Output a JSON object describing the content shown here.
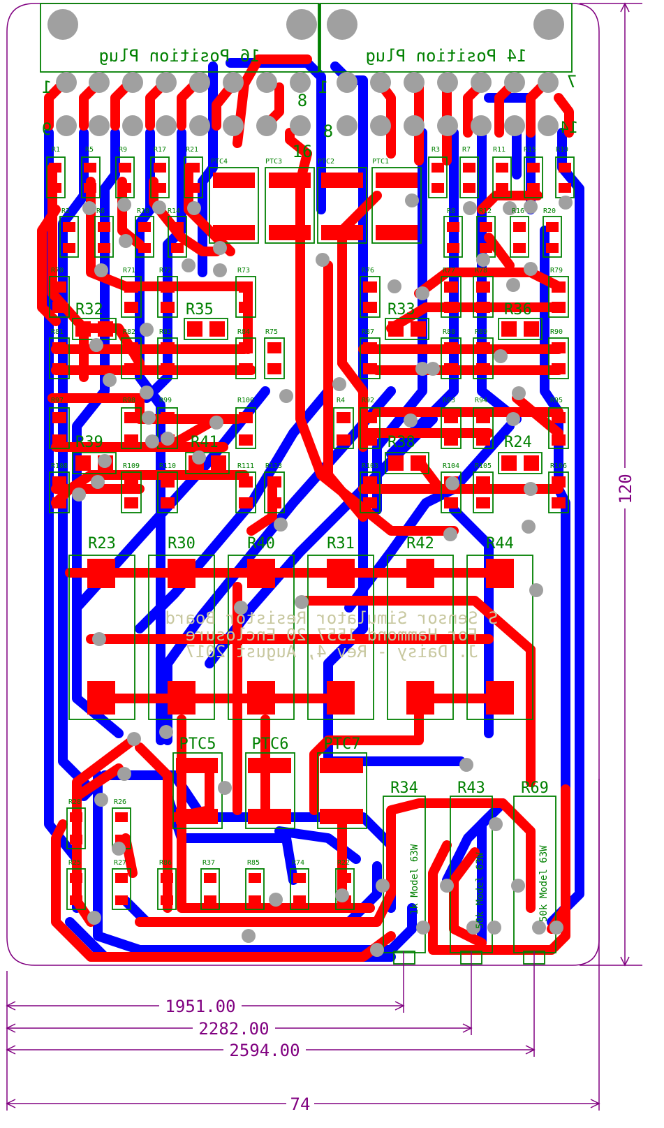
{
  "colors": {
    "board_outline": "#800080",
    "top_copper": "#ff0000",
    "bottom_copper": "#0000ff",
    "silkscreen": "#008000",
    "pad": "#a0a0a0",
    "background": "#ffffff"
  },
  "connectors": {
    "left_label": "16 Position Plug",
    "right_label": "14 Position Plug",
    "left_pin_1": "1",
    "left_pin_8": "8",
    "left_pin_9": "9",
    "left_pin_16": "16",
    "right_pin_1": "1",
    "right_pin_7": "7",
    "right_pin_8": "8",
    "right_pin_14": "14"
  },
  "big_resistors": [
    "R23",
    "R30",
    "R40",
    "R31",
    "R42",
    "R44"
  ],
  "ptc_parts": [
    "PTC5",
    "PTC6",
    "PTC7"
  ],
  "pots": [
    {
      "ref": "R34",
      "text": "1k Model 63W"
    },
    {
      "ref": "R43",
      "text": "50k Model 63W"
    },
    {
      "ref": "R69",
      "text": "50k Model 63W"
    }
  ],
  "mid_resistors_top": [
    "R32",
    "R35",
    "R33",
    "R36"
  ],
  "mid_resistors_bottom": [
    "R39",
    "R41",
    "R38",
    "R24"
  ],
  "board_title": [
    "S Sensor Simulator Resistor Board",
    "For Hammond 1557 20 Enclosure",
    "J. Daisy - Rev 4, August 2017"
  ],
  "dimensions": {
    "dim1": "1951.00",
    "dim2": "2282.00",
    "dim3": "2594.00",
    "width": "74",
    "height": "120"
  },
  "small_labels": {
    "row1_left": [
      "R1",
      "R5",
      "R9",
      "R17",
      "R21",
      "PTC4",
      "PTC3"
    ],
    "row1_right": [
      "PTC2",
      "PTC1",
      "R3",
      "R7",
      "R11",
      "R15",
      "R19"
    ],
    "row2_left": [
      "R2",
      "R6",
      "R10",
      "R14"
    ],
    "row2_right": [
      "R8",
      "R12",
      "R16",
      "R20"
    ],
    "row3": [
      "R70",
      "R71",
      "R72",
      "R73",
      "R76",
      "R77",
      "R78",
      "R79"
    ],
    "row4": [
      "R81",
      "R82",
      "R83",
      "R84",
      "R75",
      "R87",
      "R88",
      "R89",
      "R90"
    ],
    "row5": [
      "R97",
      "R98",
      "R99",
      "R100",
      "R4",
      "R92",
      "R93",
      "R94",
      "R95"
    ],
    "row6": [
      "R108",
      "R109",
      "R110",
      "R111",
      "R113",
      "R103",
      "R104",
      "R105",
      "R106"
    ],
    "bottom": [
      "R28",
      "R26",
      "R25",
      "R27",
      "R86",
      "R37",
      "R85",
      "R74",
      "R22"
    ]
  }
}
